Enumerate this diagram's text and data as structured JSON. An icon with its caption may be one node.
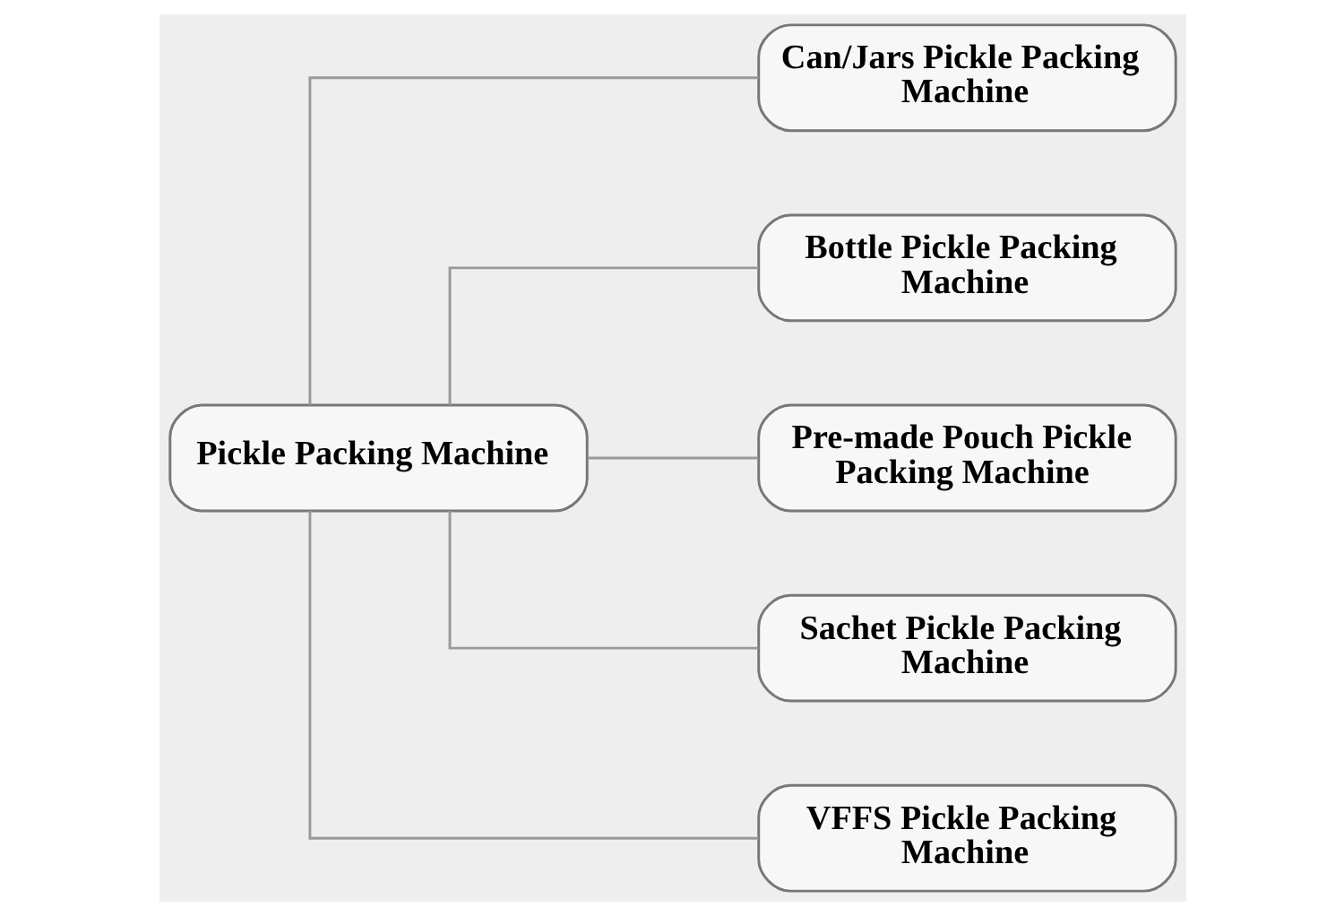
{
  "diagram": {
    "nodes": [
      {
        "text": [
          "Pickle Packing Machine"
        ]
      },
      {
        "text": [
          "Can/Jars Pickle Packing Machine"
        ]
      },
      {
        "text": [
          "Bottle Pickle Packing Machine"
        ]
      },
      {
        "text": [
          "Pre-made Pouch Pickle Packing Machine"
        ]
      },
      {
        "text": [
          "Sachet Pickle Packing Machine"
        ]
      },
      {
        "text": [
          "VFFS Pickle Packing Machine"
        ]
      }
    ],
    "edges": [
      {
        "from": 0,
        "to": 1,
        "arrow": "none"
      },
      {
        "from": 0,
        "to": 2,
        "arrow": "none"
      },
      {
        "from": 0,
        "to": 3,
        "arrow": "none"
      },
      {
        "from": 0,
        "to": 4,
        "arrow": "none"
      },
      {
        "from": 0,
        "to": 5,
        "arrow": "none"
      }
    ]
  }
}
